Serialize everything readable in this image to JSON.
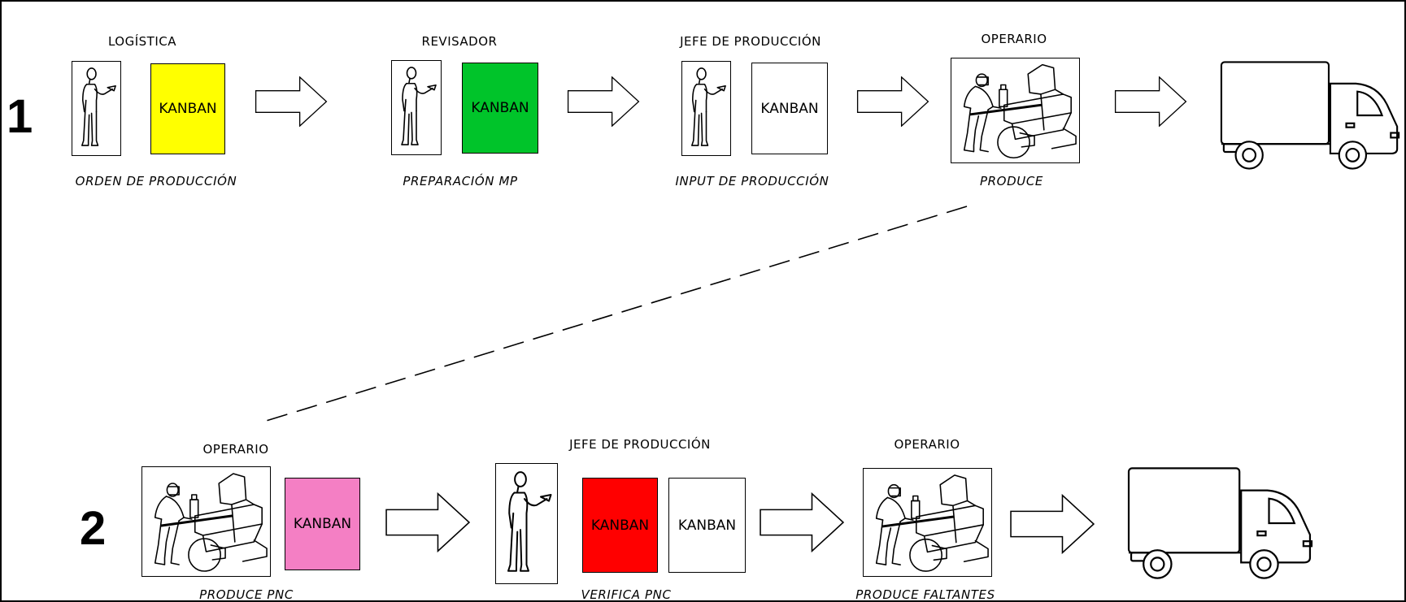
{
  "row1": {
    "number": "1",
    "steps": [
      {
        "role": "LOGÍSTICA",
        "action": "ORDEN DE PRODUCCIÓN",
        "kanban": "KANBAN",
        "kanban_color": "#ffff00"
      },
      {
        "role": "REVISADOR",
        "action": "PREPARACIÓN MP",
        "kanban": "KANBAN",
        "kanban_color": "#00c42a"
      },
      {
        "role": "JEFE DE PRODUCCIÓN",
        "action": "INPUT DE PRODUCCIÓN",
        "kanban": "KANBAN",
        "kanban_color": "#ffffff"
      },
      {
        "role": "OPERARIO",
        "action": "PRODUCE"
      }
    ]
  },
  "row2": {
    "number": "2",
    "steps": [
      {
        "role": "OPERARIO",
        "action": "PRODUCE PNC",
        "kanban": "KANBAN",
        "kanban_color": "#f47fc4"
      },
      {
        "role": "JEFE DE PRODUCCIÓN",
        "action": "VERIFICA PNC",
        "kanban": "KANBAN",
        "kanban_color": "#ff0000",
        "kanban2": "KANBAN",
        "kanban2_color": "#ffffff"
      },
      {
        "role": "OPERARIO",
        "action": "PRODUCE FALTANTES"
      }
    ]
  },
  "icons": [
    "person-icon",
    "operator-machine-icon",
    "arrow-icon",
    "truck-icon"
  ]
}
